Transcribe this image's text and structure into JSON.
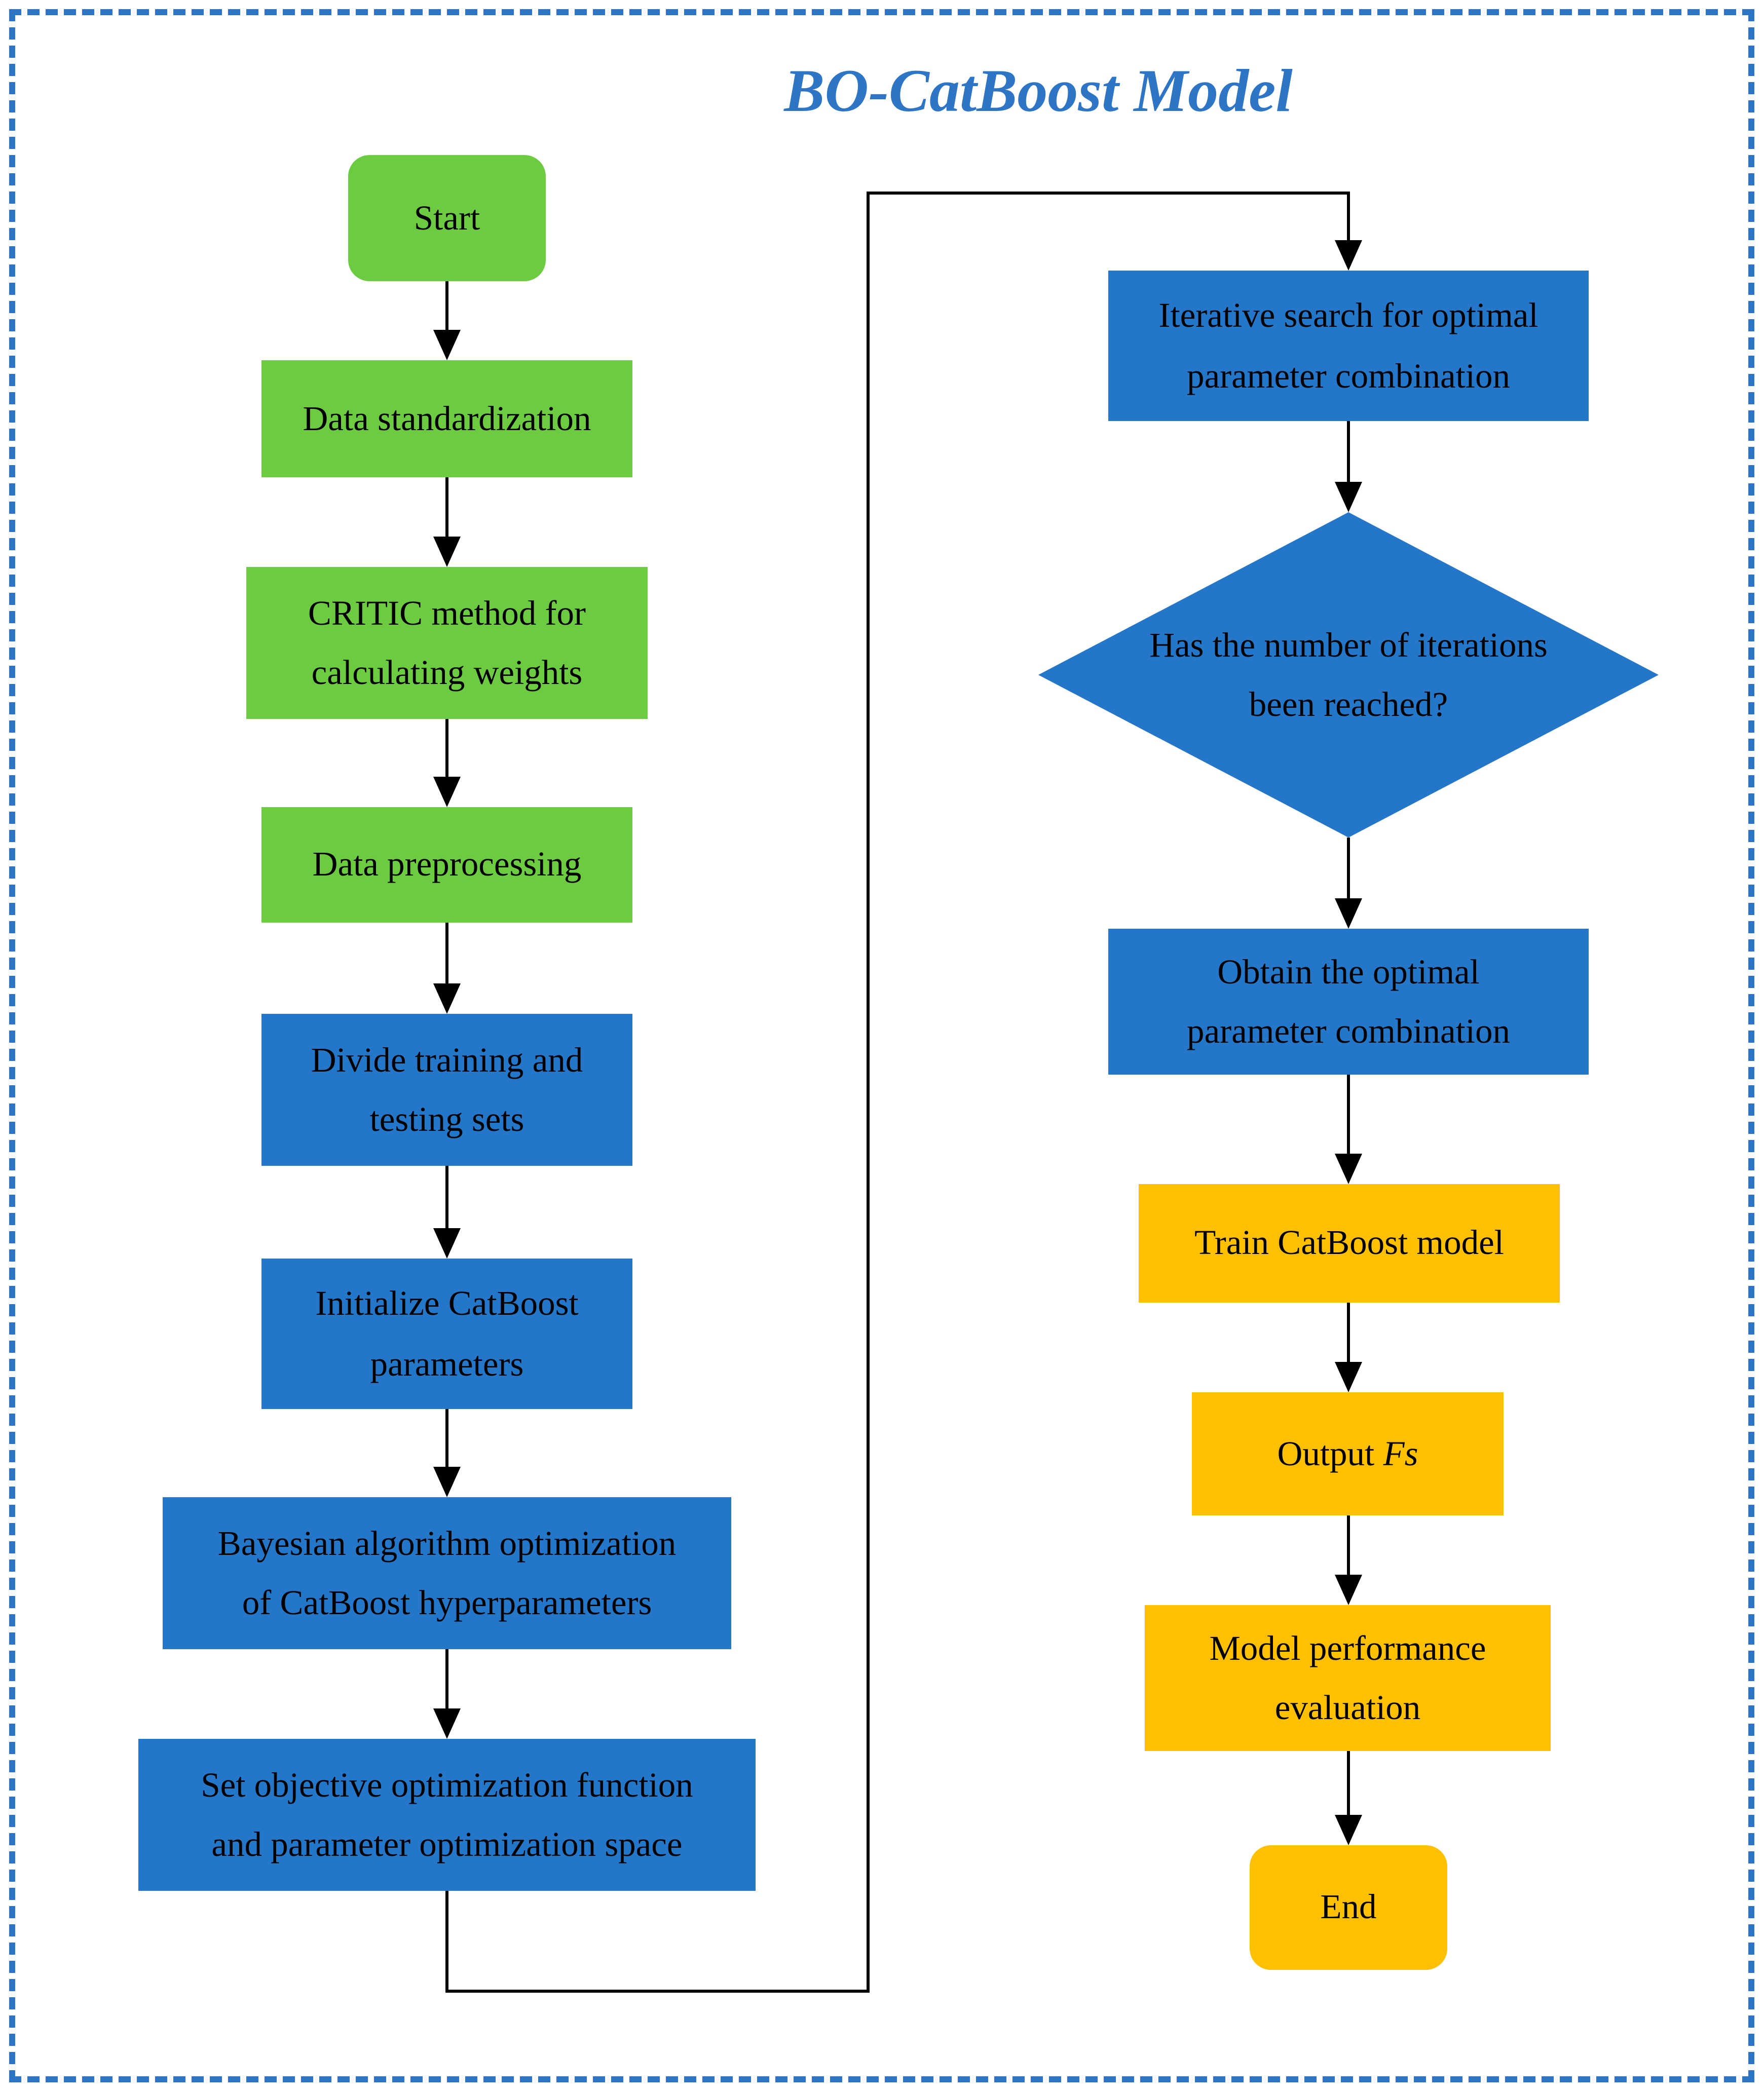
{
  "title": {
    "text": "BO-CatBoost Model"
  },
  "colors": {
    "data_prep_stage": "#6DCB42",
    "optimization_stage": "#2476C8",
    "output_stage": "#FFC000",
    "accent": "#2E75C6",
    "connector": "#000000",
    "text": "#000000",
    "background": "#FFFFFF"
  },
  "nodes": {
    "start": {
      "label": "Start",
      "type": "terminator"
    },
    "data_standardization": {
      "label": "Data standardization",
      "type": "process"
    },
    "critic_method": {
      "line1": "CRITIC method for",
      "line2": "calculating weights",
      "type": "process"
    },
    "data_preprocessing": {
      "label": "Data preprocessing",
      "type": "process"
    },
    "divide_sets": {
      "line1": "Divide training and",
      "line2": "testing sets",
      "type": "process"
    },
    "initialize_params": {
      "line1": "Initialize CatBoost",
      "line2": "parameters",
      "type": "process"
    },
    "bayesian_optimization": {
      "line1": "Bayesian algorithm optimization",
      "line2": "of CatBoost hyperparameters",
      "type": "process"
    },
    "set_objective": {
      "line1": "Set objective optimization function",
      "line2": "and parameter optimization space",
      "type": "process"
    },
    "iterative_search": {
      "line1": "Iterative search for optimal",
      "line2": "parameter combination",
      "type": "process"
    },
    "iterations_decision": {
      "line1": "Has the number of iterations",
      "line2": "been reached?",
      "type": "decision"
    },
    "obtain_optimal": {
      "line1": "Obtain the optimal",
      "line2": "parameter combination",
      "type": "process"
    },
    "train_model": {
      "label": "Train CatBoost model",
      "type": "process"
    },
    "output_fs": {
      "prefix": "Output",
      "variable": "Fs",
      "type": "process"
    },
    "model_evaluation": {
      "line1": "Model performance",
      "line2": "evaluation",
      "type": "process"
    },
    "end": {
      "label": "End",
      "type": "terminator"
    }
  },
  "edges": [
    {
      "from": "start",
      "to": "data_standardization"
    },
    {
      "from": "data_standardization",
      "to": "critic_method"
    },
    {
      "from": "critic_method",
      "to": "data_preprocessing"
    },
    {
      "from": "data_preprocessing",
      "to": "divide_sets"
    },
    {
      "from": "divide_sets",
      "to": "initialize_params"
    },
    {
      "from": "initialize_params",
      "to": "bayesian_optimization"
    },
    {
      "from": "bayesian_optimization",
      "to": "set_objective"
    },
    {
      "from": "set_objective",
      "to": "iterative_search"
    },
    {
      "from": "iterative_search",
      "to": "iterations_decision"
    },
    {
      "from": "iterations_decision",
      "to": "obtain_optimal"
    },
    {
      "from": "obtain_optimal",
      "to": "train_model"
    },
    {
      "from": "train_model",
      "to": "output_fs"
    },
    {
      "from": "output_fs",
      "to": "model_evaluation"
    },
    {
      "from": "model_evaluation",
      "to": "end"
    }
  ]
}
